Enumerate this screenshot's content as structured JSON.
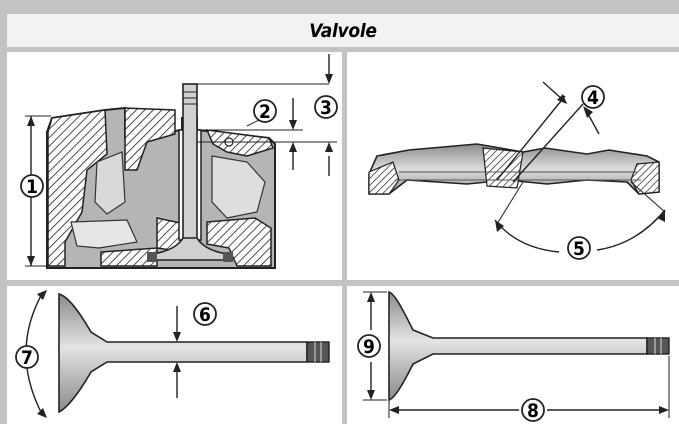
{
  "header": {
    "title": "Valvole"
  },
  "panels": {
    "cylinder_head_section": {
      "callouts": [
        "1",
        "2",
        "3"
      ]
    },
    "valve_seat": {
      "callouts": [
        "4",
        "5"
      ]
    },
    "valve_stem": {
      "callouts": [
        "6",
        "7"
      ]
    },
    "valve_length": {
      "callouts": [
        "8",
        "9"
      ]
    }
  }
}
